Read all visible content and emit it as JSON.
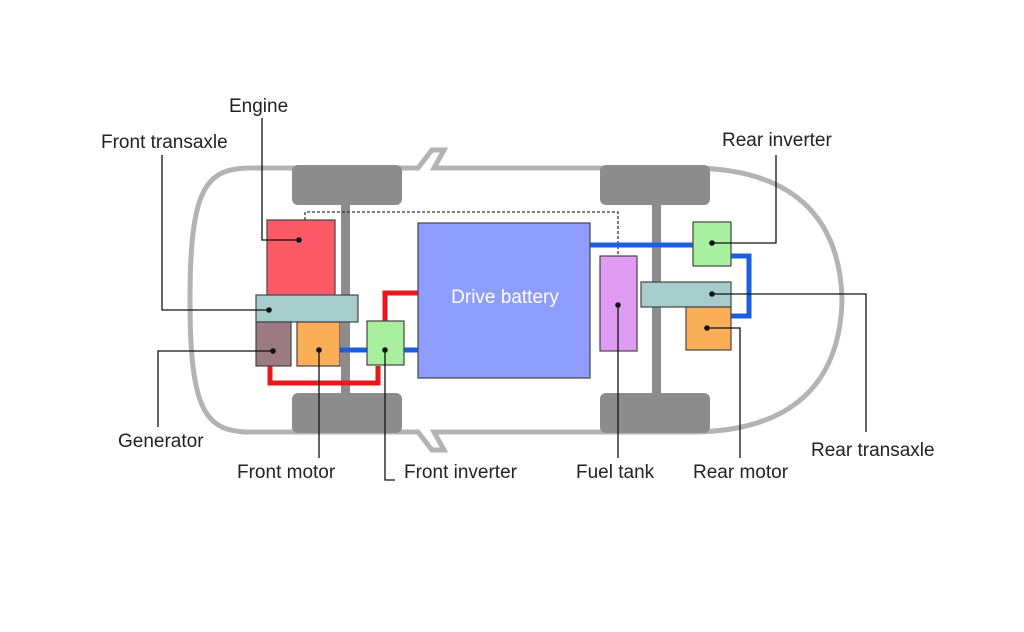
{
  "labels": {
    "engine": "Engine",
    "front_transaxle": "Front transaxle",
    "generator": "Generator",
    "front_motor": "Front motor",
    "front_inverter": "Front inverter",
    "drive_battery": "Drive battery",
    "fuel_tank": "Fuel tank",
    "rear_inverter": "Rear inverter",
    "rear_transaxle": "Rear transaxle",
    "rear_motor": "Rear motor"
  },
  "colors": {
    "body_outline": "#b3b3b3",
    "wheel": "#8c8c8c",
    "engine": "#fc5a66",
    "transaxle": "#a7cccc",
    "generator": "#9b7a82",
    "motor": "#fbae58",
    "inverter": "#a8f0a0",
    "battery": "#8e9dfb",
    "fuel_tank": "#e09bf3",
    "high_voltage_line": "#e8191d",
    "low_voltage_line": "#1a5fe0"
  }
}
